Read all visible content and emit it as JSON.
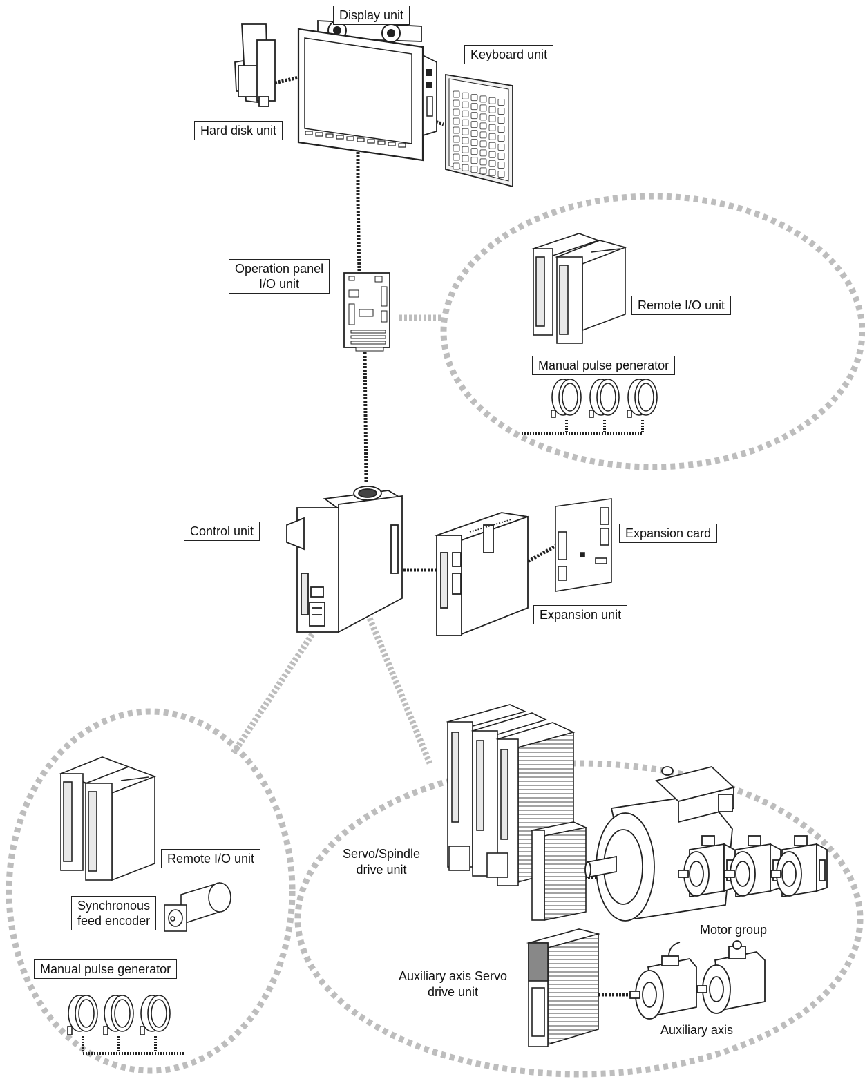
{
  "labels": {
    "display_unit": "Display unit",
    "keyboard_unit": "Keyboard unit",
    "hard_disk_unit": "Hard disk unit",
    "operation_panel_line1": "Operation panel",
    "operation_panel_line2": "I/O unit",
    "remote_io_top": "Remote I/O unit",
    "manual_pulse_top": "Manual pulse penerator",
    "control_unit": "Control unit",
    "expansion_card": "Expansion card",
    "expansion_unit": "Expansion unit",
    "remote_io_bottom": "Remote I/O unit",
    "sync_encoder_line1": "Synchronous",
    "sync_encoder_line2": "feed encoder",
    "manual_pulse_bottom": "Manual pulse generator",
    "servo_spindle_line1": "Servo/Spindle",
    "servo_spindle_line2": "drive unit",
    "motor_group": "Motor group",
    "aux_servo_line1": "Auxiliary axis Servo",
    "aux_servo_line2": "drive unit",
    "auxiliary_axis": "Auxiliary axis"
  },
  "colors": {
    "line": "#222222",
    "group_border": "#bdbdbd",
    "wireless_link": "#bdbdbd"
  }
}
